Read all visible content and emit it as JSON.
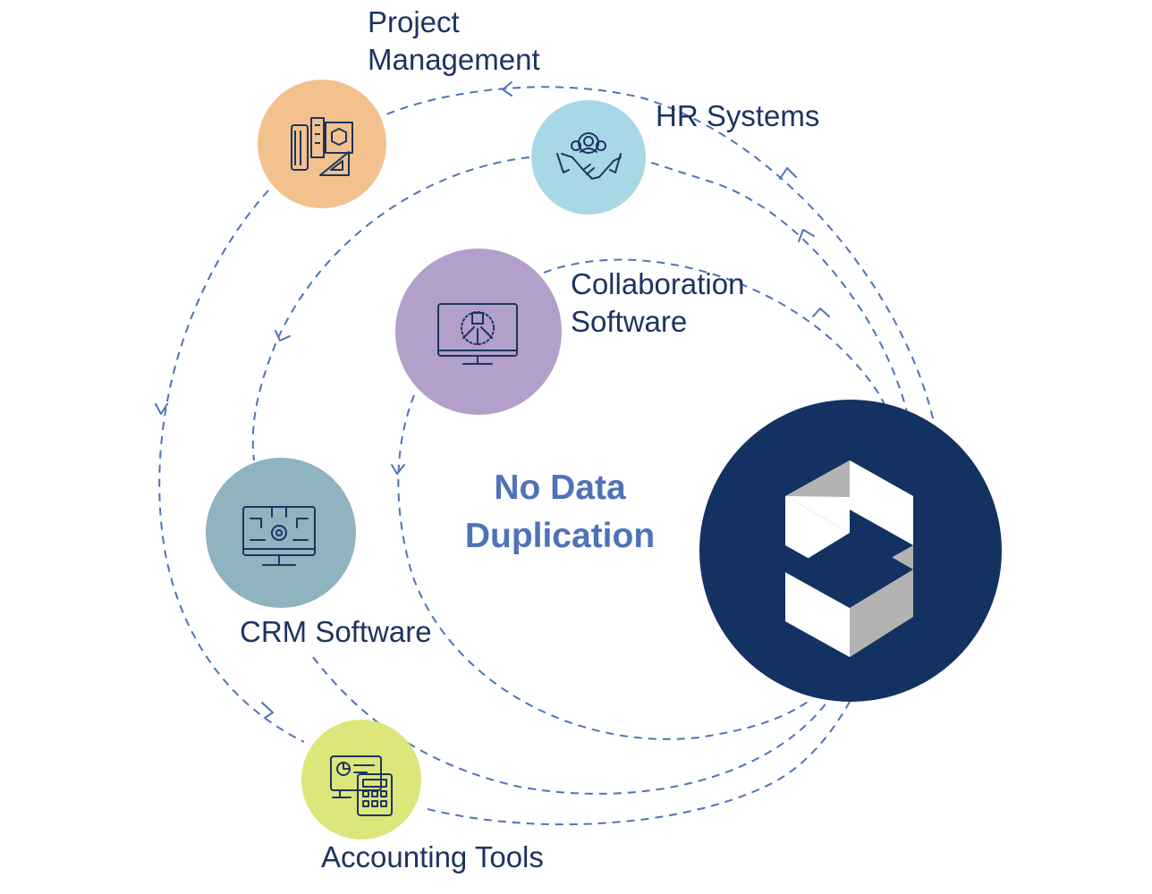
{
  "center": {
    "line1": "No Data",
    "line2": "Duplication"
  },
  "nodes": {
    "project_management": {
      "line1": "Project",
      "line2": "Management",
      "color": "#f2c18d",
      "icon": "blueprint-tools-icon"
    },
    "hr_systems": {
      "line1": "HR Systems",
      "color": "#a8d8e6",
      "icon": "handshake-team-icon"
    },
    "collaboration": {
      "line1": "Collaboration",
      "line2": "Software",
      "color": "#b29fca",
      "icon": "monitor-teamwork-icon"
    },
    "crm": {
      "line1": "CRM Software",
      "color": "#8fb3bf",
      "icon": "monitor-gear-circuit-icon"
    },
    "accounting": {
      "line1": "Accounting Tools",
      "color": "#dde67a",
      "icon": "calculator-report-icon"
    }
  },
  "hub": {
    "color": "#143261",
    "logo": "s-cube-logo"
  },
  "colors": {
    "text": "#1d3461",
    "accent": "#4f72b8",
    "flow": "#4f72b8",
    "icon_stroke": "#1d3461"
  }
}
